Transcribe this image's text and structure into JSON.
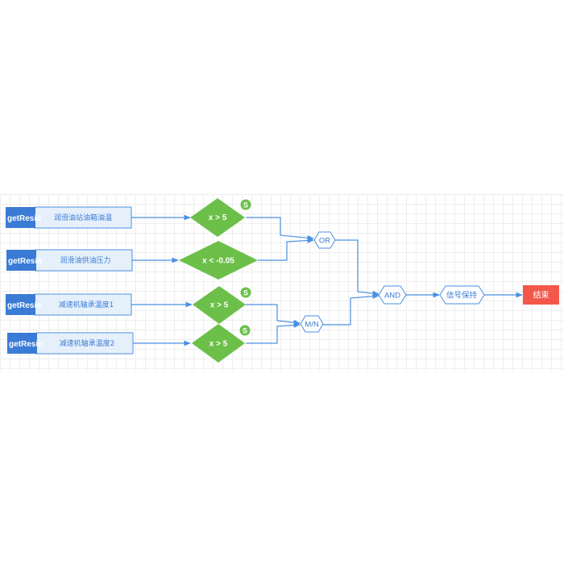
{
  "sources": [
    {
      "tag": "getResio",
      "label": "润滑油站油箱油温"
    },
    {
      "tag": "getResio",
      "label": "润滑油供油压力"
    },
    {
      "tag": "getResio",
      "label": "减速机轴承温度1"
    },
    {
      "tag": "getResio",
      "label": "减速机轴承温度2"
    }
  ],
  "conditions": [
    {
      "expr": "x > 5",
      "badge": "S"
    },
    {
      "expr": "x < -0.05",
      "badge": ""
    },
    {
      "expr": "x > 5",
      "badge": "S"
    },
    {
      "expr": "x > 5",
      "badge": "S"
    }
  ],
  "gates": {
    "or": "OR",
    "mn": "M/N",
    "and": "AND",
    "hold": "信号保持"
  },
  "end": "结束",
  "colors": {
    "blue": "#3a7bd5",
    "wire": "#4a90e2",
    "source_fill": "#e6f0fb",
    "green": "#6cc04a",
    "end_red": "#f2594b"
  }
}
